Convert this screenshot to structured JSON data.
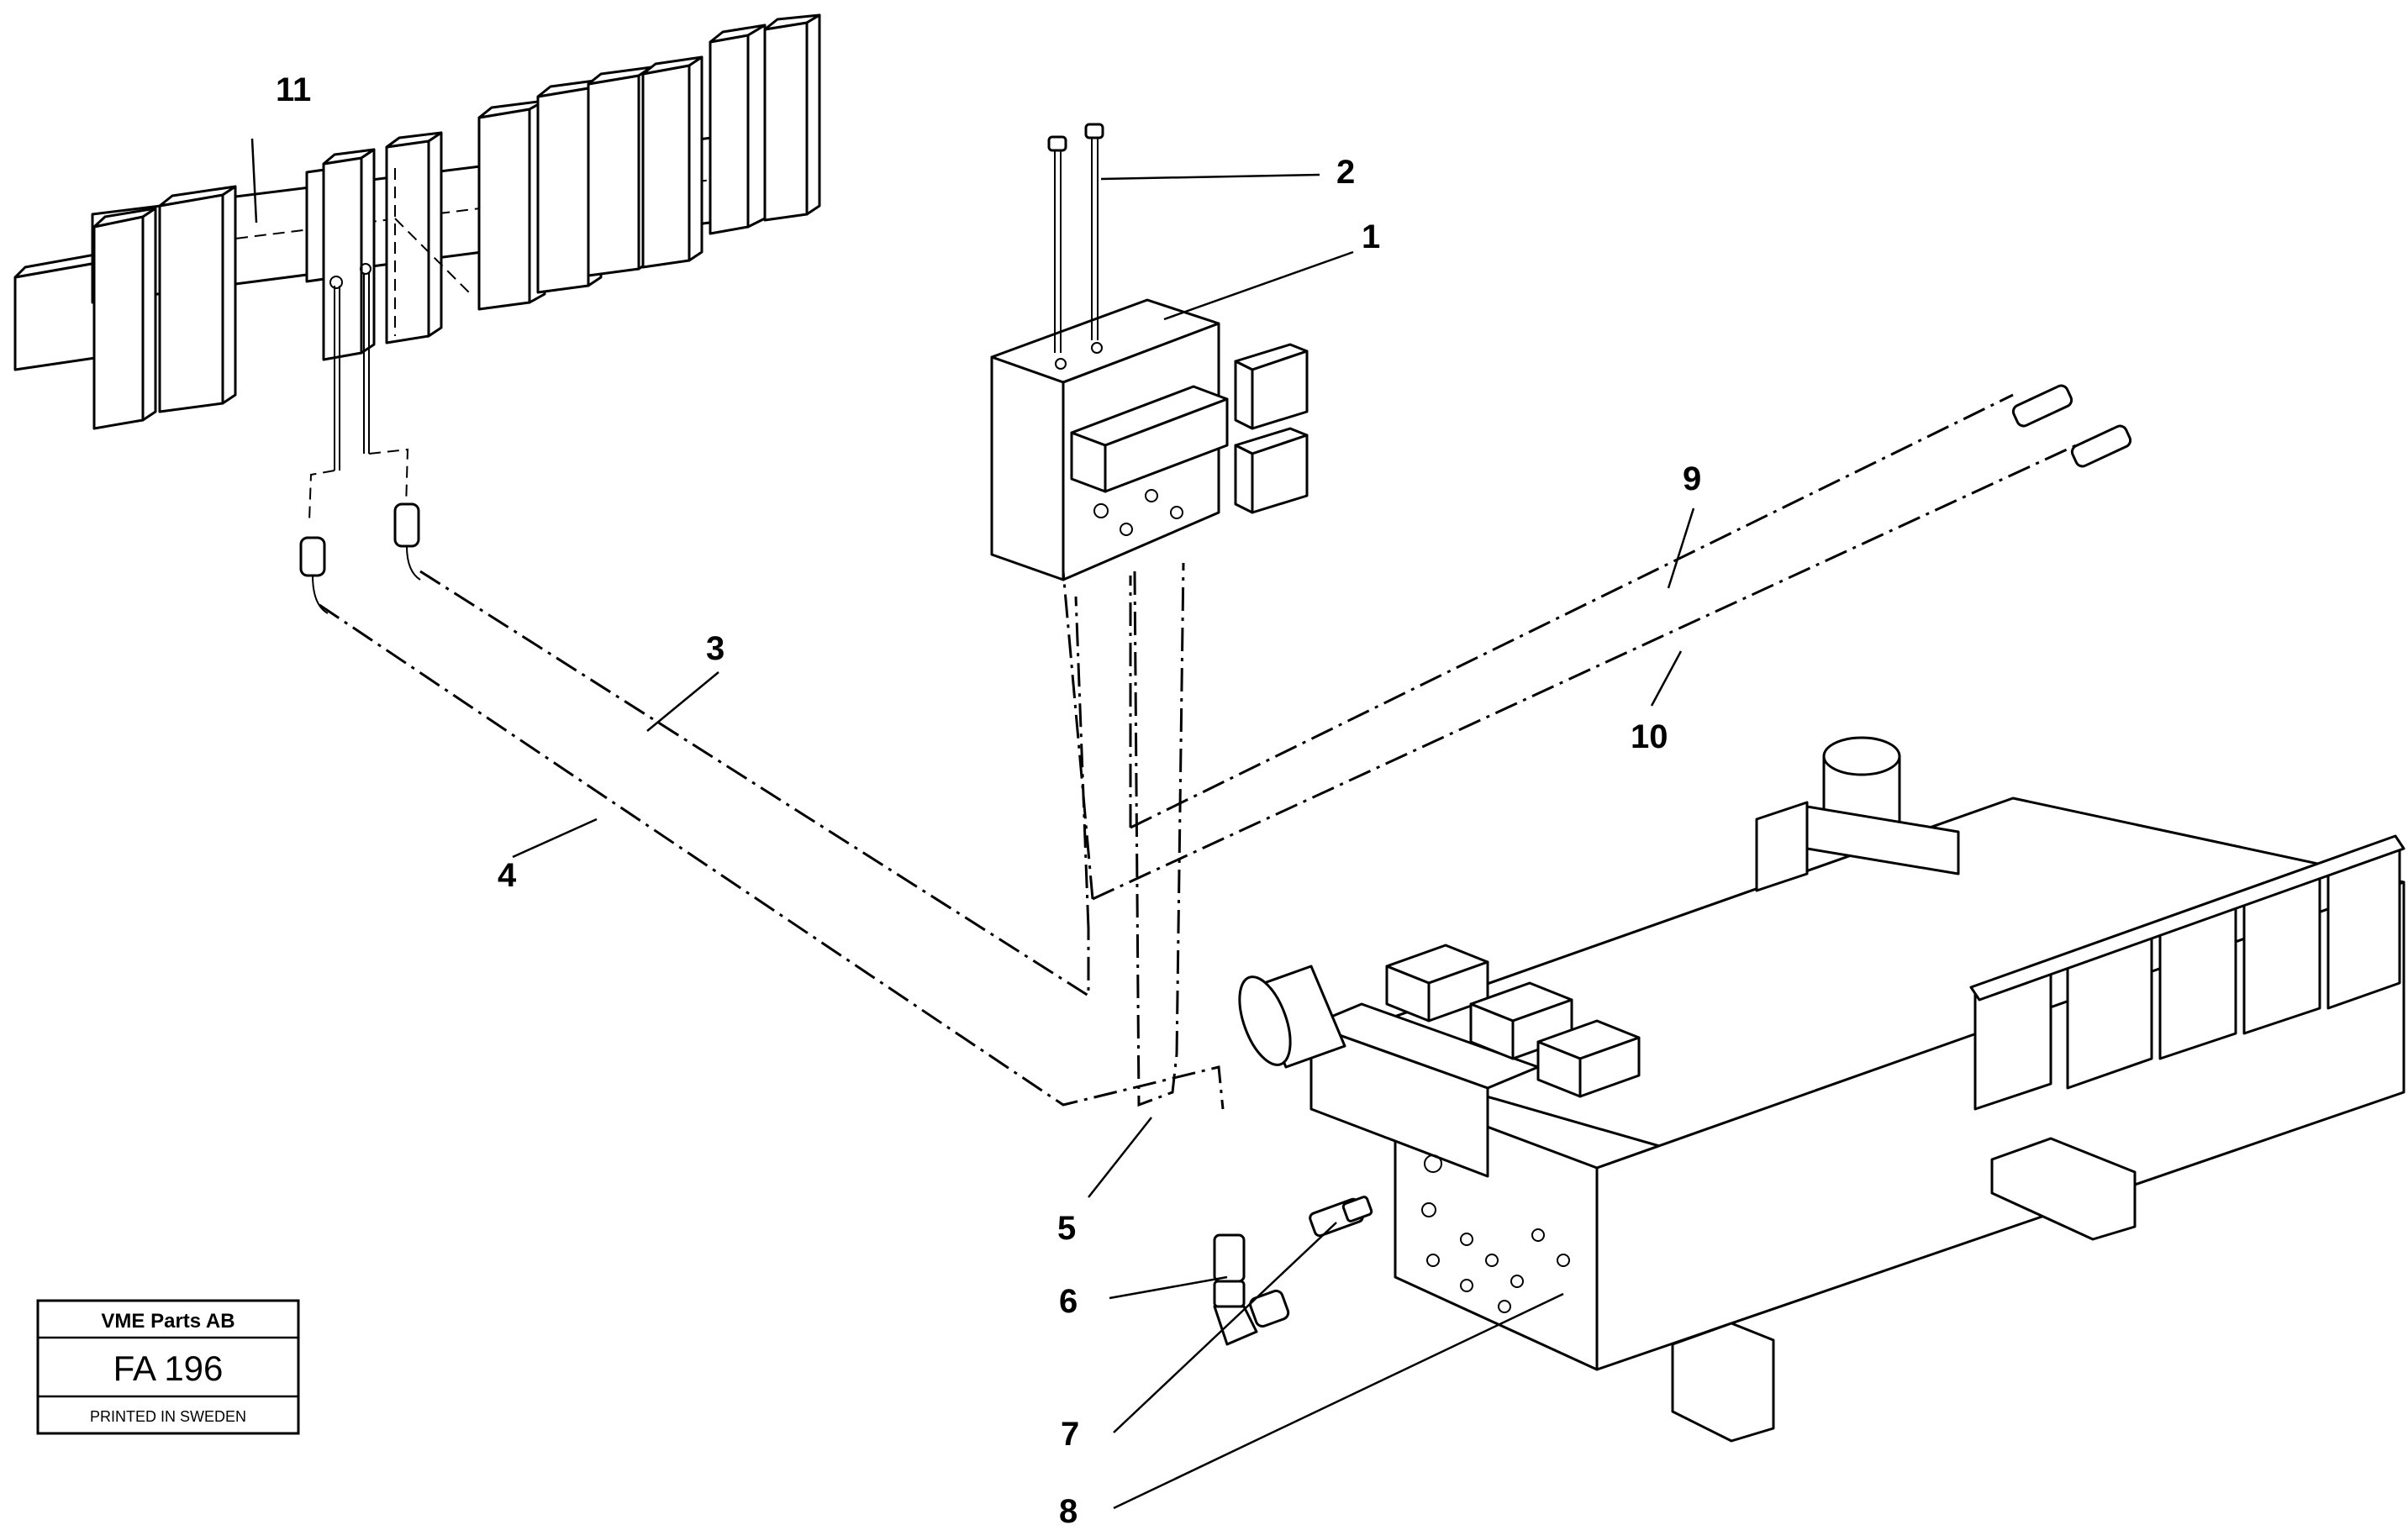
{
  "callouts": [
    {
      "id": "1",
      "label": "1"
    },
    {
      "id": "2",
      "label": "2"
    },
    {
      "id": "3",
      "label": "3"
    },
    {
      "id": "4",
      "label": "4"
    },
    {
      "id": "5",
      "label": "5"
    },
    {
      "id": "6",
      "label": "6"
    },
    {
      "id": "7",
      "label": "7"
    },
    {
      "id": "8",
      "label": "8"
    },
    {
      "id": "9",
      "label": "9"
    },
    {
      "id": "10",
      "label": "10"
    },
    {
      "id": "11",
      "label": "11"
    }
  ],
  "title_block": {
    "company": "VME Parts AB",
    "code": "FA 196",
    "footer": "PRINTED IN SWEDEN"
  }
}
